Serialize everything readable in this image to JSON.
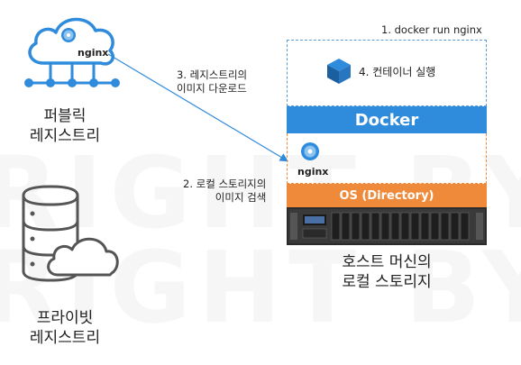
{
  "public_registry": {
    "icon_label": "nginx",
    "title_line1": "퍼블릭",
    "title_line2": "레지스트리"
  },
  "private_registry": {
    "title_line1": "프라이빗",
    "title_line2": "레지스트리"
  },
  "steps": {
    "step1": "1. docker run nginx",
    "step2_line1": "2. 로컬 스토리지의",
    "step2_line2": "이미지 검색",
    "step3_line1": "3. 레지스트리의",
    "step3_line2": "이미지 다운로드",
    "step4": "4. 컨테이너 실행"
  },
  "host": {
    "docker_label": "Docker",
    "os_label": "OS (Directory)",
    "local_image_label": "nginx",
    "title_line1": "호스트 머신의",
    "title_line2": "로컬 스토리지"
  },
  "colors": {
    "blue": "#2f8bdc",
    "orange": "#f08a3b",
    "dashed": "#5b9bd5"
  },
  "icons": {
    "cloud": "cloud-network-icon",
    "disc": "disc-icon",
    "container": "cube-icon",
    "server": "server-rack-icon",
    "db": "database-icon"
  }
}
